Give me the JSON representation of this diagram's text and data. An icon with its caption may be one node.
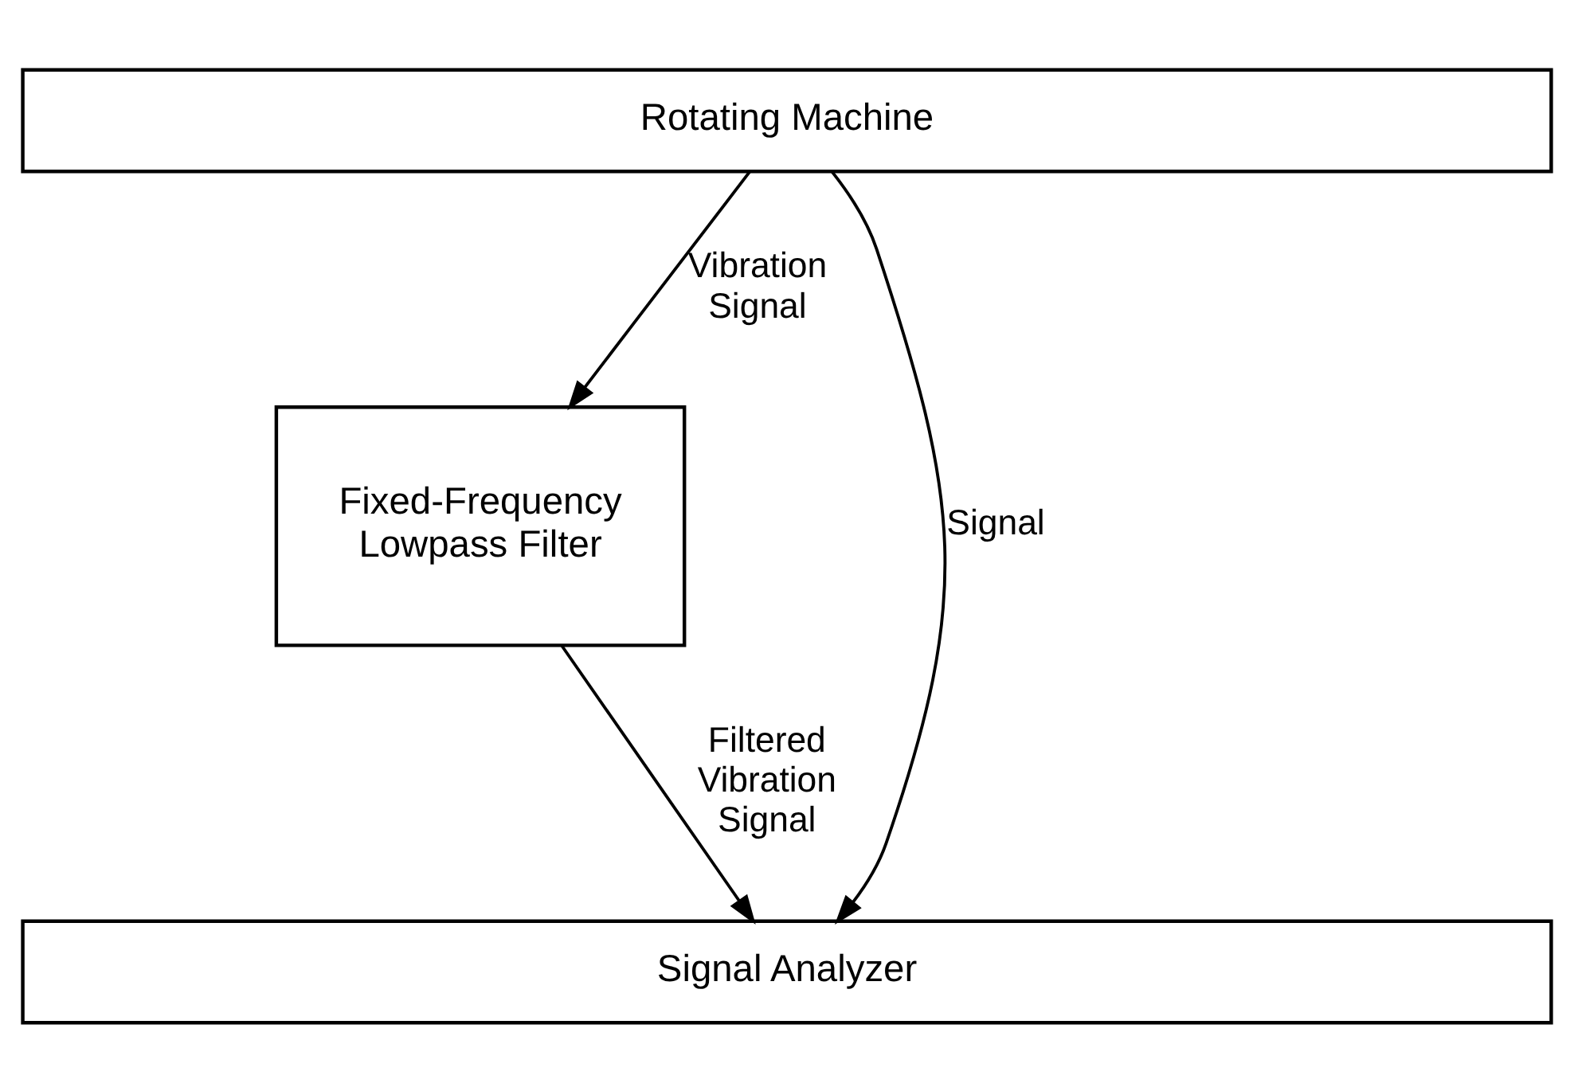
{
  "diagram": {
    "nodes": [
      {
        "text": [
          "Rotating Machine"
        ]
      },
      {
        "text": [
          "Fixed-Frequency Lowpass Filter"
        ]
      },
      {
        "text": [
          "Signal Analyzer"
        ]
      }
    ],
    "edges": [
      {
        "from": 0,
        "to": 2,
        "arrow": "to",
        "label": "Signal"
      },
      {
        "from": 0,
        "to": 1,
        "arrow": "to",
        "label": "Vibration Signal"
      },
      {
        "from": 1,
        "to": 2,
        "arrow": "to",
        "label": "Filtered Vibration Signal"
      }
    ]
  }
}
